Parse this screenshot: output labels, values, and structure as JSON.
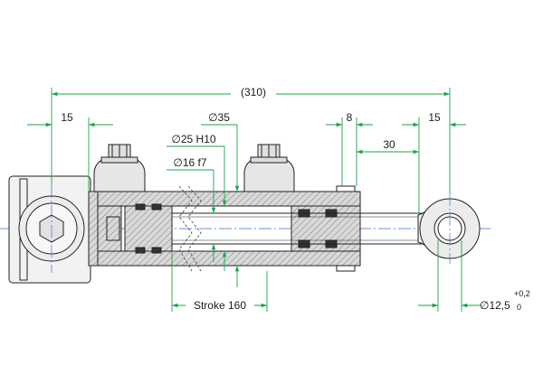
{
  "dimensions": {
    "overall_length": "(310)",
    "left_eye_offset": "15",
    "right_eye_offset": "15",
    "right_flange_gap": "8",
    "right_rod_extension": "30",
    "bore_diameter": "∅35",
    "piston_diameter": "∅25 H10",
    "rod_diameter": "∅16 f7",
    "stroke": "Stroke 160",
    "eye_hole_diameter": "∅12,5",
    "eye_hole_tol_upper": "+0,2",
    "eye_hole_tol_lower": "0"
  },
  "colors": {
    "dimension_line": "#1aa34a",
    "centerline": "#3a6fd8",
    "outline": "#222222",
    "body_fill": "#d9d9d9",
    "port_fill": "#e6e6e6"
  }
}
